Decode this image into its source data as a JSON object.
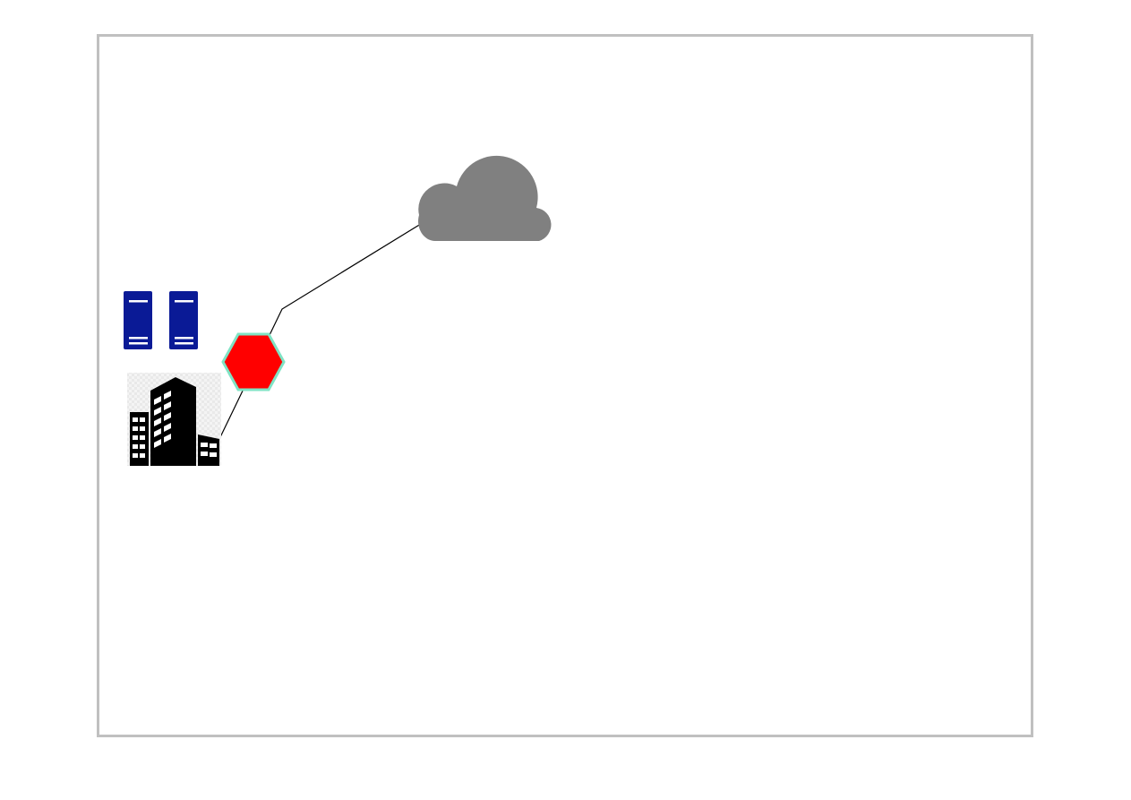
{
  "diagram": {
    "border_color": "#c0c0c0",
    "link_color": "#000000",
    "nodes": [
      {
        "id": "cloud",
        "kind": "cloud",
        "icon": "cloud-icon",
        "color": "#808080"
      },
      {
        "id": "servers",
        "kind": "server-pair",
        "icon": "server-icon",
        "color": "#0a1a96"
      },
      {
        "id": "router",
        "kind": "hexagon",
        "icon": "hexagon-node-icon",
        "color": "#ff0000",
        "stroke": "#7fe3c4"
      },
      {
        "id": "building",
        "kind": "building",
        "icon": "office-building-icon",
        "color": "#000000"
      }
    ],
    "links": [
      {
        "from": "building",
        "to": "cloud"
      }
    ]
  }
}
